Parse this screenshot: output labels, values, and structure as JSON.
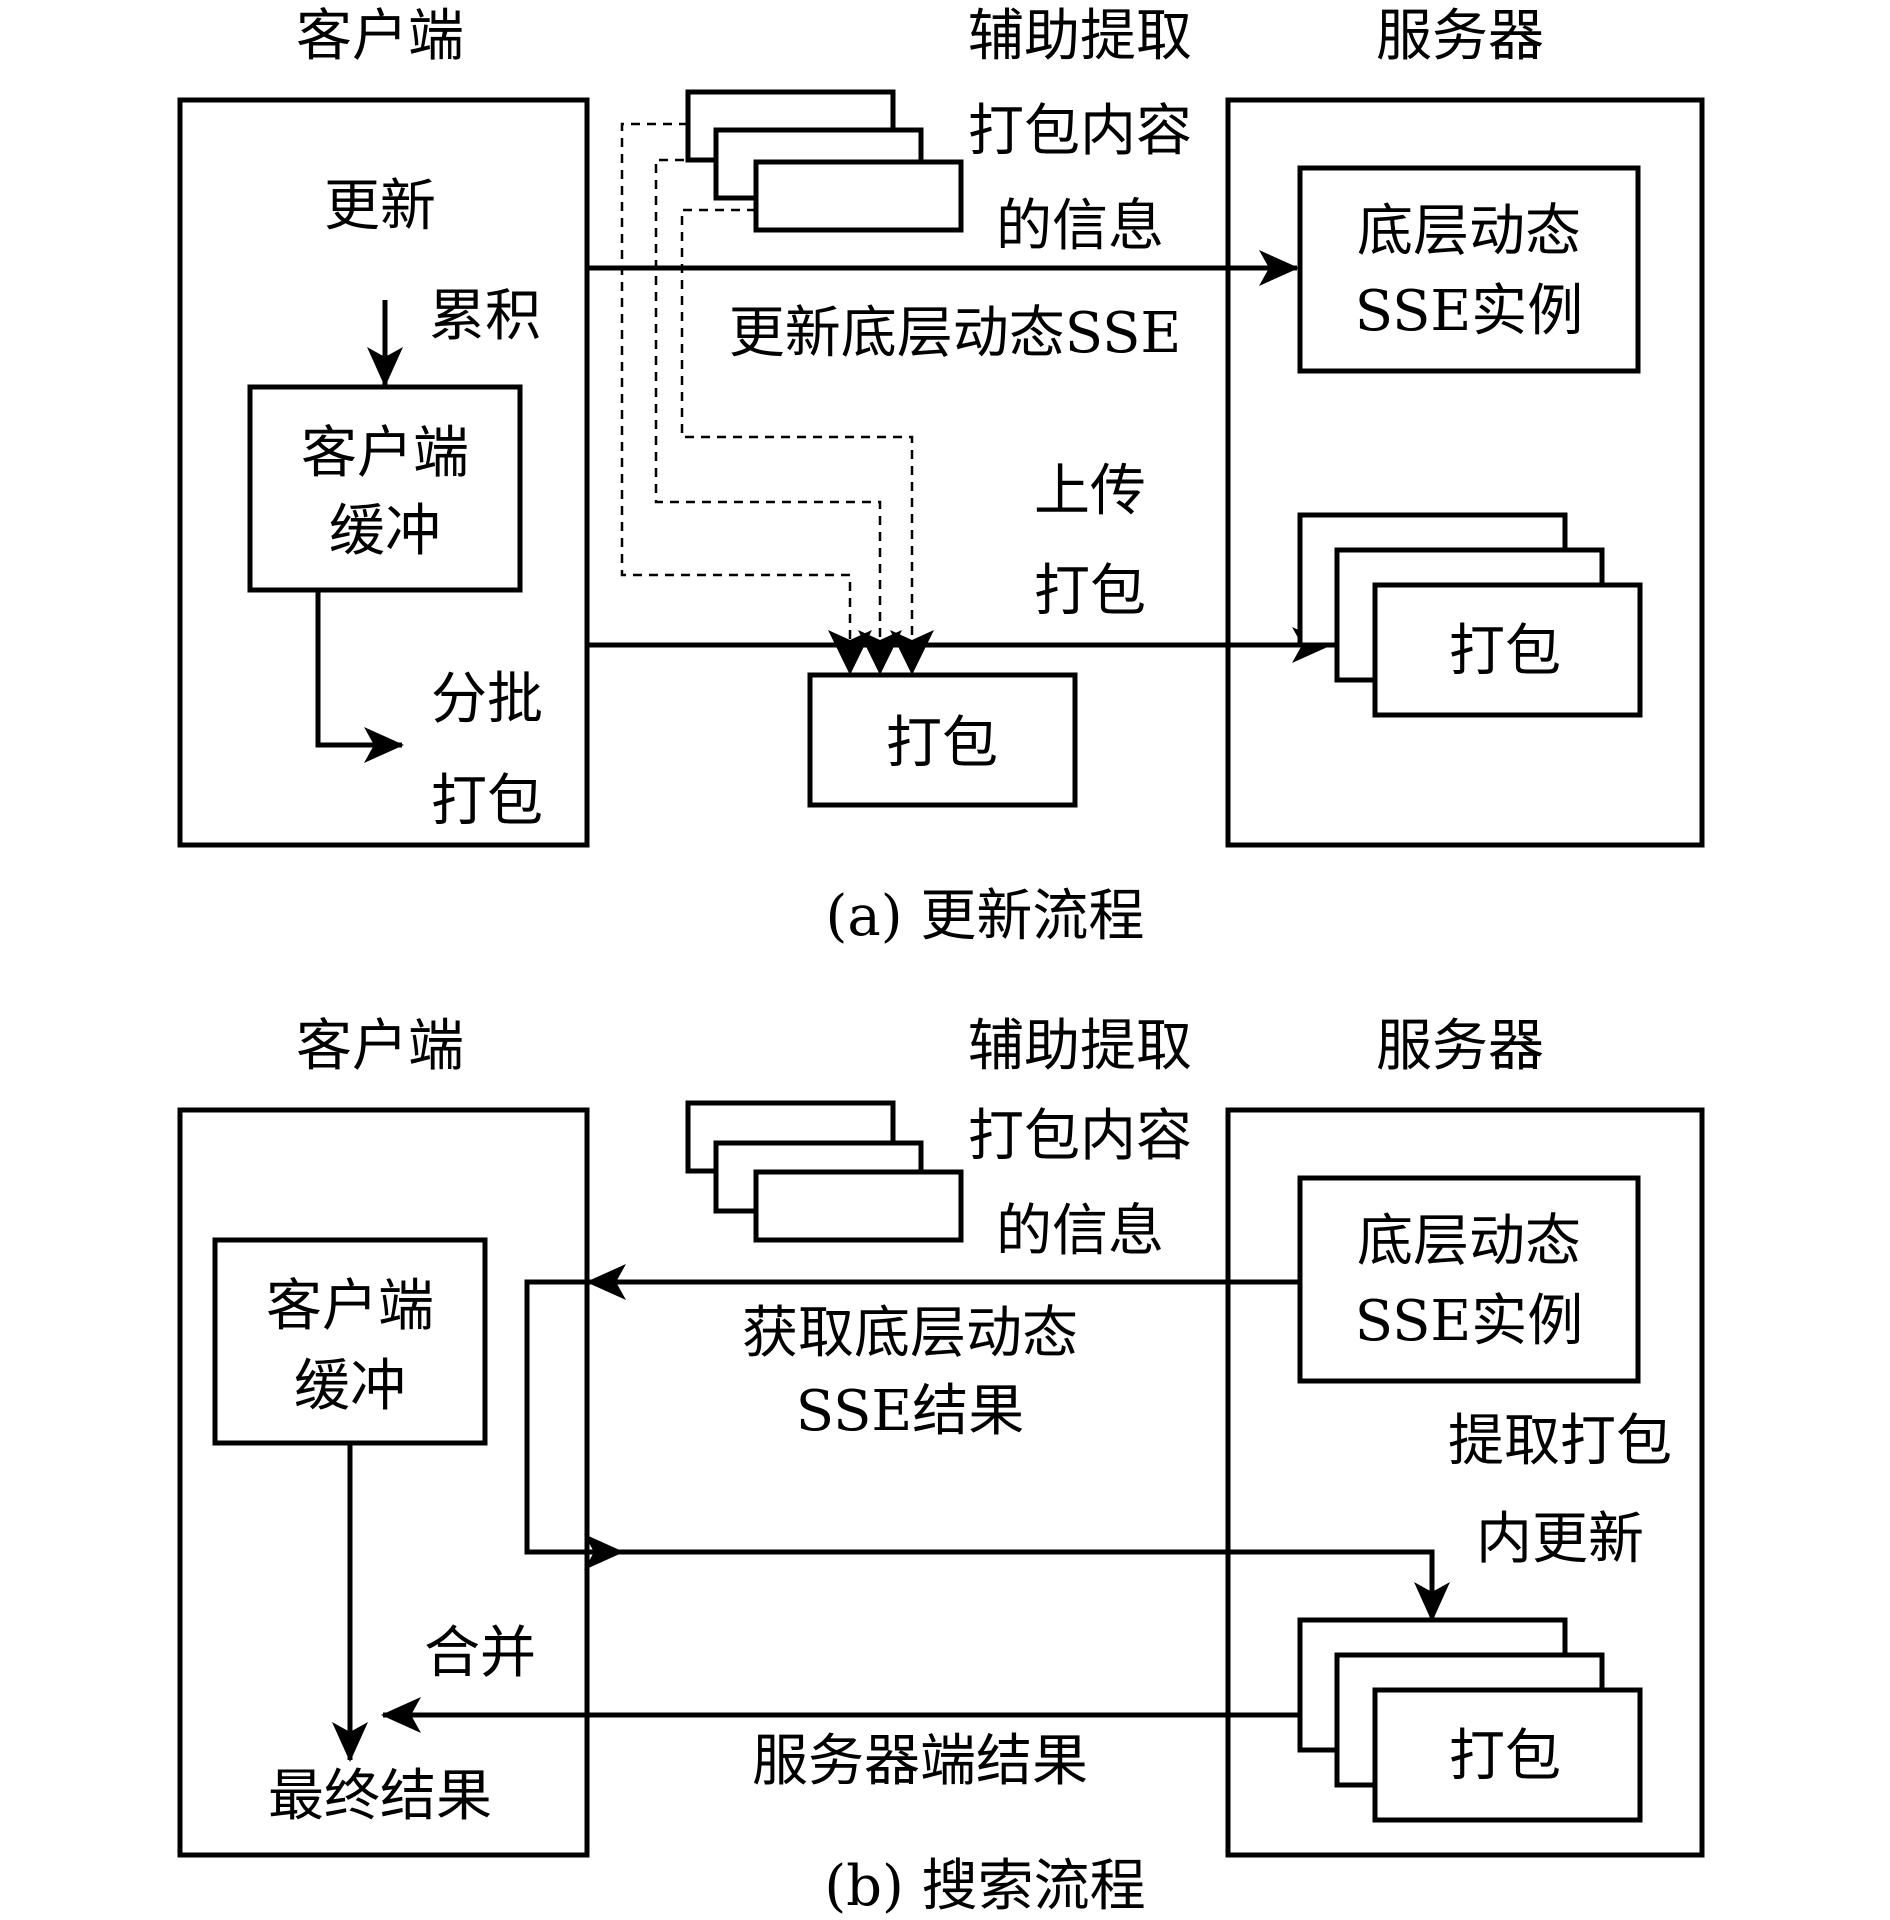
{
  "panel_a": {
    "client_title": "客户端",
    "helper_title": [
      "辅助提取",
      "打包内容",
      "的信息"
    ],
    "server_title": "服务器",
    "update_label": "更新",
    "accumulate_label": "累积",
    "client_buffer": [
      "客户端",
      "缓冲"
    ],
    "batch_label": [
      "分批",
      "打包"
    ],
    "update_sse_label": "更新底层动态SSE",
    "upload_label": [
      "上传",
      "打包"
    ],
    "pack_label": "打包",
    "server_sse_box": [
      "底层动态",
      "SSE实例"
    ],
    "server_pack_label": "打包",
    "caption": "(a) 更新流程"
  },
  "panel_b": {
    "client_title": "客户端",
    "helper_title": [
      "辅助提取",
      "打包内容",
      "的信息"
    ],
    "server_title": "服务器",
    "client_buffer": [
      "客户端",
      "缓冲"
    ],
    "server_sse_box": [
      "底层动态",
      "SSE实例"
    ],
    "get_result_label": [
      "获取底层动态",
      "SSE结果"
    ],
    "extract_label": [
      "提取打包",
      "内更新"
    ],
    "merge_label": "合并",
    "final_result": "最终结果",
    "server_result_label": "服务器端结果",
    "server_pack_label": "打包",
    "caption": "(b) 搜索流程"
  }
}
